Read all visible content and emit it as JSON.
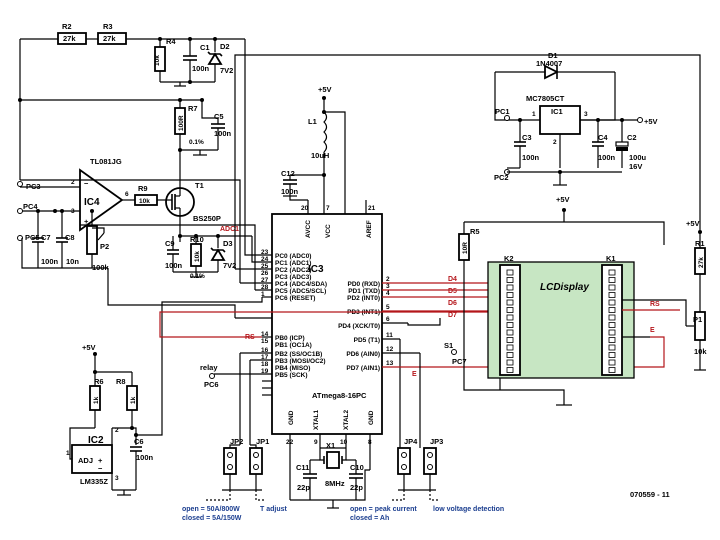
{
  "ic3": {
    "name": "IC3",
    "part": "ATmega8-16PC",
    "left_pins": [
      {
        "num": "23",
        "label": "PC0 (ADC0)"
      },
      {
        "num": "24",
        "label": "PC1 (ADC1)"
      },
      {
        "num": "25",
        "label": "PC2 (ADC2)"
      },
      {
        "num": "26",
        "label": "PC3 (ADC3)"
      },
      {
        "num": "27",
        "label": "PC4 (ADC4/SDA)"
      },
      {
        "num": "28",
        "label": "PC5 (ADC5/SCL)"
      },
      {
        "num": "1",
        "label": "PC6 (RESET)"
      },
      {
        "num": "14",
        "label": "PB0 (ICP)"
      },
      {
        "num": "15",
        "label": "PB1 (OC1A)"
      },
      {
        "num": "16",
        "label": "PB2 (SS/OC1B)"
      },
      {
        "num": "17",
        "label": "PB3 (MOSI/OC2)"
      },
      {
        "num": "18",
        "label": "PB4 (MISO)"
      },
      {
        "num": "19",
        "label": "PB5 (SCK)"
      }
    ],
    "right_pins": [
      {
        "num": "2",
        "label": "PD0 (RXD)"
      },
      {
        "num": "3",
        "label": "PD1 (TXD)"
      },
      {
        "num": "4",
        "label": "PD2 (INT0)"
      },
      {
        "num": "5",
        "label": "PD3 (INT1)"
      },
      {
        "num": "6",
        "label": "PD4 (XCK/T0)"
      },
      {
        "num": "11",
        "label": "PD5 (T1)"
      },
      {
        "num": "12",
        "label": "PD6 (AIN0)"
      },
      {
        "num": "13",
        "label": "PD7 (AIN1)"
      }
    ],
    "top_pins": [
      {
        "num": "20",
        "label": "AVCC"
      },
      {
        "num": "7",
        "label": "VCC"
      },
      {
        "num": "21",
        "label": "AREF"
      }
    ],
    "bottom_pins": [
      {
        "num": "22",
        "label": "GND"
      },
      {
        "num": "9",
        "label": "XTAL1"
      },
      {
        "num": "10",
        "label": "XTAL2"
      },
      {
        "num": "8",
        "label": "GND"
      }
    ]
  },
  "components": {
    "R2": {
      "ref": "R2",
      "value": "27k"
    },
    "R3": {
      "ref": "R3",
      "value": "27k"
    },
    "R4": {
      "ref": "R4",
      "value": "10k"
    },
    "C1": {
      "ref": "C1",
      "value": "100n"
    },
    "D2": {
      "ref": "D2",
      "value": "7V2"
    },
    "R7": {
      "ref": "R7",
      "value": "100R",
      "tol": "0.1%"
    },
    "C5": {
      "ref": "C5",
      "value": "100n"
    },
    "IC4": {
      "ref": "IC4",
      "part": "TL081JG"
    },
    "R9": {
      "ref": "R9",
      "value": "10k"
    },
    "T1": {
      "ref": "T1",
      "part": "BS250P"
    },
    "C7": {
      "ref": "C7",
      "value": "100n"
    },
    "C8": {
      "ref": "C8",
      "value": "10n"
    },
    "P2": {
      "ref": "P2",
      "value": "100k"
    },
    "C9": {
      "ref": "C9",
      "value": "100n"
    },
    "R10": {
      "ref": "R10",
      "value": "10k",
      "tol": "0.1%"
    },
    "D3": {
      "ref": "D3",
      "value": "7V2"
    },
    "L1": {
      "ref": "L1",
      "value": "10uH"
    },
    "C12": {
      "ref": "C12",
      "value": "100n"
    },
    "D1": {
      "ref": "D1",
      "part": "1N4007"
    },
    "IC1": {
      "ref": "IC1",
      "part": "MC7805CT"
    },
    "C3": {
      "ref": "C3",
      "value": "100n"
    },
    "C4": {
      "ref": "C4",
      "value": "100n"
    },
    "C2": {
      "ref": "C2",
      "value": "100u",
      "volt": "16V"
    },
    "R5": {
      "ref": "R5",
      "value": "10R"
    },
    "R1": {
      "ref": "R1",
      "value": "27k"
    },
    "P1": {
      "ref": "P1",
      "value": "10k"
    },
    "R6": {
      "ref": "R6",
      "value": "1k"
    },
    "R8": {
      "ref": "R8",
      "value": "1k"
    },
    "IC2": {
      "ref": "IC2",
      "part": "LM335Z",
      "adj": "ADJ"
    },
    "C6": {
      "ref": "C6",
      "value": "100n"
    },
    "X1": {
      "ref": "X1",
      "value": "8MHz"
    },
    "C11": {
      "ref": "C11",
      "value": "22p"
    },
    "C10": {
      "ref": "C10",
      "value": "22p"
    }
  },
  "connectors": {
    "PC1": "PC1",
    "PC2": "PC2",
    "PC3": "PC3",
    "PC4": "PC4",
    "PC5": "PC5",
    "PC6": "PC6",
    "PC7": "PC7"
  },
  "nets": {
    "adc1": "ADC1",
    "rs_left": "RS",
    "rs_right": "RS",
    "e": "E",
    "e_right": "E",
    "d4": "D4",
    "d5": "D5",
    "d6": "D6",
    "d7": "D7",
    "relay": "relay",
    "s1": "S1"
  },
  "power": {
    "p5v_top": "+5V",
    "p5v_reg": "+5V",
    "p5v_lcd": "+5V",
    "p5v_r1": "+5V",
    "p5v_ic2": "+5V"
  },
  "lcd": {
    "label": "LCDisplay",
    "k1": "K1",
    "k2": "K2"
  },
  "jumpers": {
    "jp1": "JP1",
    "jp2": "JP2",
    "jp3": "JP3",
    "jp4": "JP4"
  },
  "notes": {
    "jp2_open": "open = 50A/800W",
    "jp2_closed": "closed = 5A/150W",
    "jp1": "T adjust",
    "jp4_open": "open = peak current",
    "jp4_closed": "closed = Ah",
    "jp3": "low voltage detection",
    "code": "070559 - 11"
  },
  "pin_numbers": {
    "ic4_2": "2",
    "ic4_3": "3",
    "ic4_6": "6",
    "ic1_1": "1",
    "ic1_3": "3",
    "ic1_2": "2",
    "ic2_1": "1",
    "ic2_2": "2",
    "ic2_3": "3"
  },
  "colors": {
    "accent": "#b5161b",
    "note_blue": "#1a3d8f",
    "lcd_fill": "#c7e6c3"
  }
}
